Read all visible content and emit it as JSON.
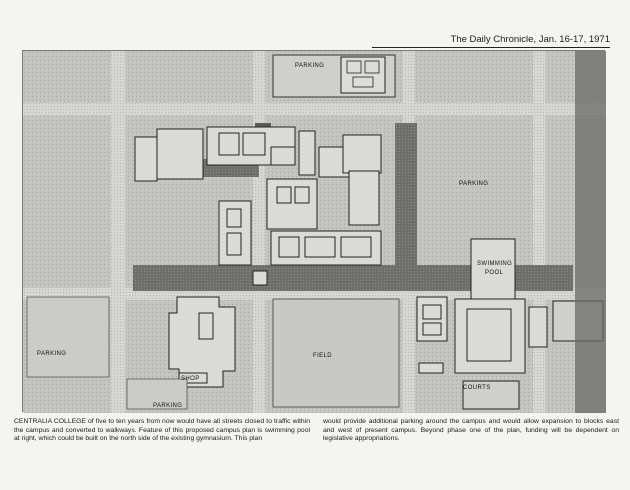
{
  "masthead": {
    "text": "The Daily Chronicle, Jan. 16-17, 1971"
  },
  "plan_labels": {
    "parking_top": "PARKING",
    "parking_right": "PARKING",
    "swimming": "SWIMMING",
    "pool": "POOL",
    "parking_left": "PARKING",
    "field": "FIELD",
    "shop": "SHOP",
    "parking_bottom": "PARKING",
    "courts": "COURTS"
  },
  "caption": {
    "col1": "CENTRALIA COLLEGE of five to ten years from now would have all streets closed to traffic within the campus and converted to walkways. Feature of this proposed campus plan is swimming pool at right, which could be built on the north side of the existing gymnasium. This plan",
    "col2": "would provide additional parking around the campus and would allow expansion to blocks east and west of present campus. Beyond phase one of the plan, funding will be dependent on legislative appropriations."
  }
}
